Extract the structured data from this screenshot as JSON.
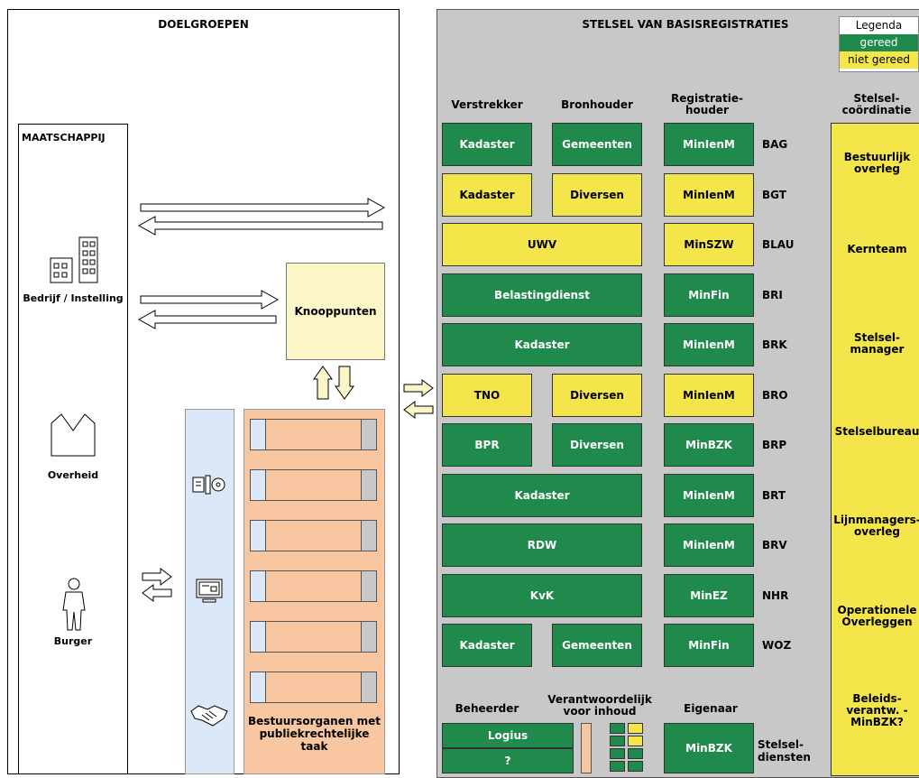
{
  "left": {
    "title": "DOELGROEPEN",
    "society": "MAATSCHAPPIJ",
    "actors": [
      "Bedrijf / Instelling",
      "Overheid",
      "Burger"
    ],
    "knooppunten": "Knooppunten",
    "bestuursorganen": "Bestuursorganen met publiekrechtelijke taak"
  },
  "right": {
    "title": "STELSEL VAN BASISREGISTRATIES",
    "legend": {
      "title": "Legenda",
      "ready": "gereed",
      "not_ready": "niet gereed"
    },
    "headers": {
      "verstrekker": "Verstrekker",
      "bronhouder": "Bronhouder",
      "registratiehouder": "Registratie-houder",
      "coordinatie": "Stelsel-coördinatie"
    },
    "registrations": [
      {
        "verstrekker": "Kadaster",
        "bronhouder": "Gemeenten",
        "houder": "MinIenM",
        "code": "BAG",
        "vs": "g",
        "bs": "g",
        "hs": "g"
      },
      {
        "verstrekker": "Kadaster",
        "bronhouder": "Diversen",
        "houder": "MinIenM",
        "code": "BGT",
        "vs": "y",
        "bs": "y",
        "hs": "y"
      },
      {
        "verstrekker": "UWV",
        "houder": "MinSZW",
        "code": "BLAU",
        "vs": "y",
        "hs": "y"
      },
      {
        "verstrekker": "Belastingdienst",
        "houder": "MinFin",
        "code": "BRI",
        "vs": "g",
        "hs": "g"
      },
      {
        "verstrekker": "Kadaster",
        "houder": "MinIenM",
        "code": "BRK",
        "vs": "g",
        "hs": "g"
      },
      {
        "verstrekker": "TNO",
        "bronhouder": "Diversen",
        "houder": "MinIenM",
        "code": "BRO",
        "vs": "y",
        "bs": "y",
        "hs": "y"
      },
      {
        "verstrekker": "BPR",
        "bronhouder": "Diversen",
        "houder": "MinBZK",
        "code": "BRP",
        "vs": "g",
        "bs": "g",
        "hs": "g"
      },
      {
        "verstrekker": "Kadaster",
        "houder": "MinIenM",
        "code": "BRT",
        "vs": "g",
        "hs": "g"
      },
      {
        "verstrekker": "RDW",
        "houder": "MinIenM",
        "code": "BRV",
        "vs": "g",
        "hs": "g"
      },
      {
        "verstrekker": "KvK",
        "houder": "MinEZ",
        "code": "NHR",
        "vs": "g",
        "hs": "g"
      },
      {
        "verstrekker": "Kadaster",
        "bronhouder": "Gemeenten",
        "houder": "MinFin",
        "code": "WOZ",
        "vs": "g",
        "bs": "g",
        "hs": "g"
      }
    ],
    "coordination": [
      "Bestuurlijk overleg",
      "Kernteam",
      "Stelsel-manager",
      "Stelselbureau",
      "Lijnmanagers-overleg",
      "Operationele Overleggen",
      "Beleids-verantw. - MinBZK?"
    ],
    "bottom": {
      "beheerder": "Beheerder",
      "verantwoordelijk": "Verantwoordelijk voor inhoud",
      "eigenaar": "Eigenaar",
      "logius": "Logius",
      "unknown": "?",
      "eigenaar_value": "MinBZK",
      "stelseldiensten": "Stelsel-diensten"
    }
  },
  "colors": {
    "green": "#1f8a4c",
    "yellow": "#f4e64a",
    "grey": "#c8c8c8"
  }
}
